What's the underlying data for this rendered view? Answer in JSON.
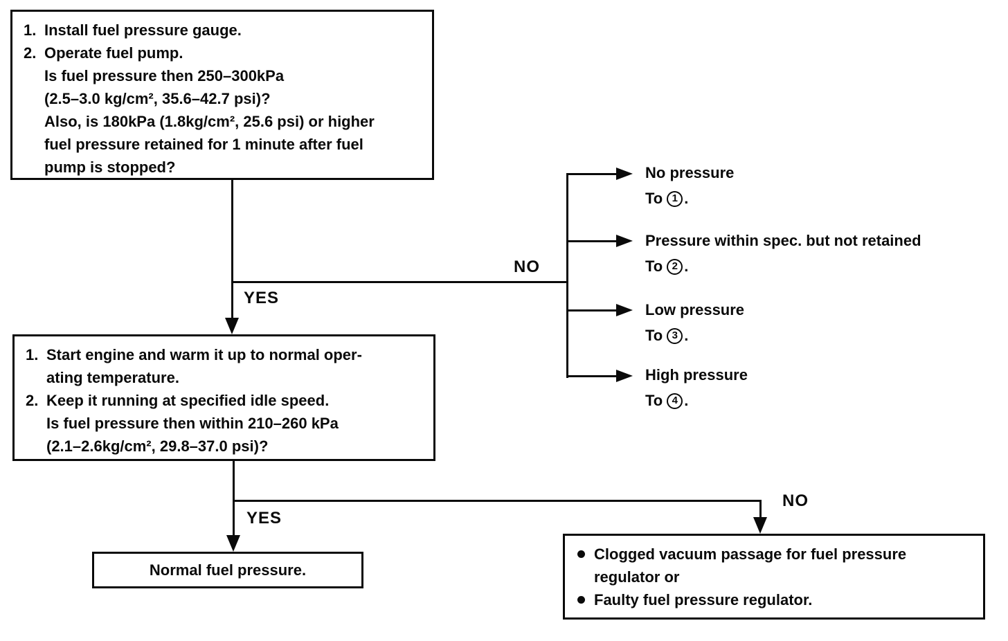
{
  "colors": {
    "ink": "#000000",
    "paper": "#ffffff"
  },
  "boxes": {
    "step1": {
      "lines": [
        {
          "marker": "1.",
          "text": "Install fuel pressure gauge."
        },
        {
          "marker": "2.",
          "text": "Operate fuel pump."
        },
        {
          "marker": "",
          "text": "Is fuel pressure then 250–300kPa"
        },
        {
          "marker": "",
          "text": "(2.5–3.0 kg/cm², 35.6–42.7 psi)?"
        },
        {
          "marker": "",
          "text": "Also, is 180kPa (1.8kg/cm², 25.6 psi) or higher"
        },
        {
          "marker": "",
          "text": "fuel pressure retained for 1 minute after fuel"
        },
        {
          "marker": "",
          "text": "pump is stopped?"
        }
      ]
    },
    "step2": {
      "lines": [
        {
          "marker": "1.",
          "text": "Start engine and warm it up to normal oper-"
        },
        {
          "marker": "",
          "text": "ating temperature."
        },
        {
          "marker": "2.",
          "text": "Keep it running at specified idle speed."
        },
        {
          "marker": "",
          "text": "Is fuel pressure then within 210–260 kPa"
        },
        {
          "marker": "",
          "text": "(2.1–2.6kg/cm², 29.8–37.0 psi)?"
        }
      ]
    },
    "normal": {
      "text": "Normal fuel pressure."
    },
    "fault": {
      "bullets": [
        "Clogged vacuum passage for fuel pressure regulator or",
        "Faulty fuel pressure regulator."
      ]
    }
  },
  "labels": {
    "yes1": "YES",
    "no1": "NO",
    "yes2": "YES",
    "no2": "NO"
  },
  "branches": [
    {
      "title": "No pressure",
      "to": "To",
      "ref": "1",
      "period": "."
    },
    {
      "title": "Pressure within spec. but not retained",
      "to": "To",
      "ref": "2",
      "period": "."
    },
    {
      "title": "Low pressure",
      "to": "To",
      "ref": "3",
      "period": "."
    },
    {
      "title": "High pressure",
      "to": "To",
      "ref": "4",
      "period": "."
    }
  ]
}
